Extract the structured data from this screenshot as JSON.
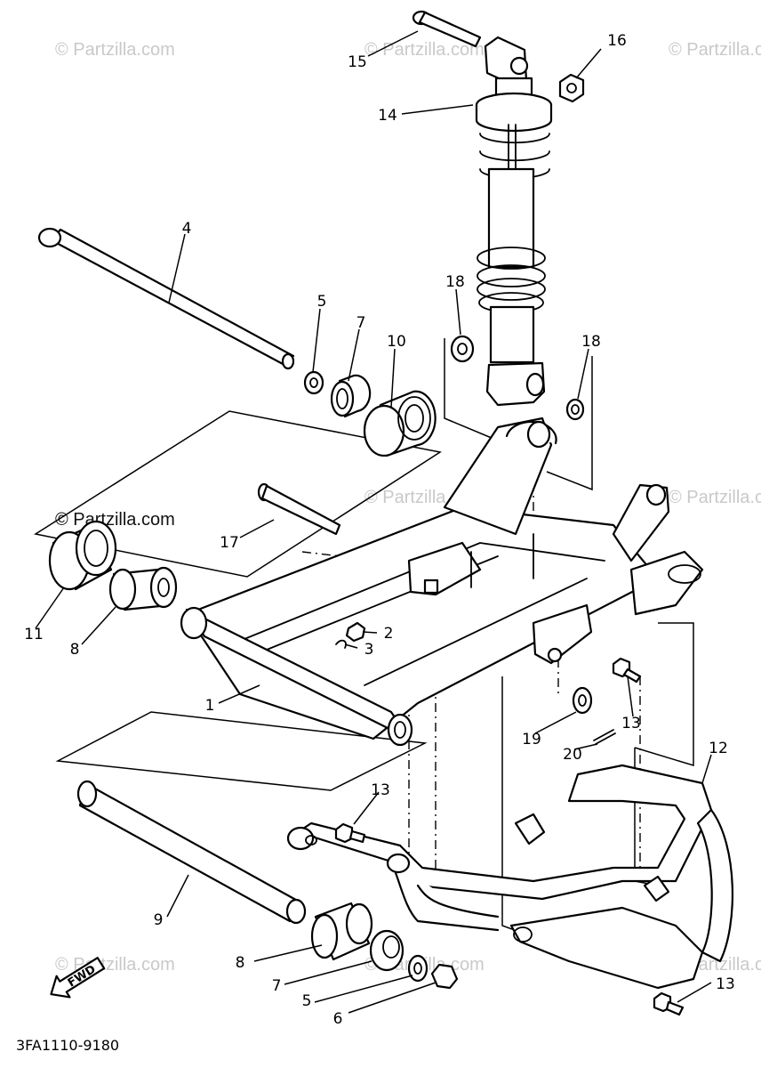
{
  "watermarks": {
    "text": "© Partzilla.com"
  },
  "callouts": [
    "1",
    "2",
    "3",
    "4",
    "5",
    "5",
    "6",
    "7",
    "7",
    "8",
    "8",
    "9",
    "10",
    "11",
    "12",
    "13",
    "13",
    "13",
    "14",
    "15",
    "16",
    "17",
    "18",
    "18",
    "19",
    "20"
  ],
  "labels": {
    "fwd": "FWD",
    "diagram_code": "3FA1110-9180"
  }
}
